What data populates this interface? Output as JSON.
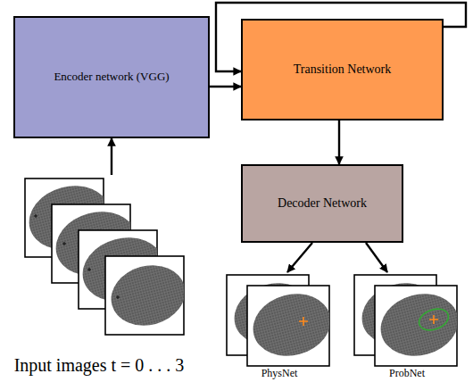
{
  "diagram": {
    "nodes": [
      {
        "text": [
          "Encoder network (VGG)"
        ]
      },
      {
        "text": [
          "Transition Network"
        ]
      },
      {
        "text": [
          "Input images t = 0 . . . 3"
        ]
      },
      {
        "text": [
          "Decoder Network"
        ]
      },
      {
        "text": [
          "PhysNet"
        ]
      },
      {
        "text": [
          "ProbNet"
        ]
      }
    ],
    "edges": [
      {
        "from": 2,
        "to": 0,
        "arrow": "to"
      },
      {
        "from": 0,
        "to": 1,
        "arrow": "to"
      },
      {
        "from": 1,
        "to": 1,
        "arrow": "to"
      },
      {
        "from": 1,
        "to": 3,
        "arrow": "to"
      },
      {
        "from": 3,
        "to": 4,
        "arrow": "to"
      },
      {
        "from": 3,
        "to": 5,
        "arrow": "to"
      }
    ]
  }
}
